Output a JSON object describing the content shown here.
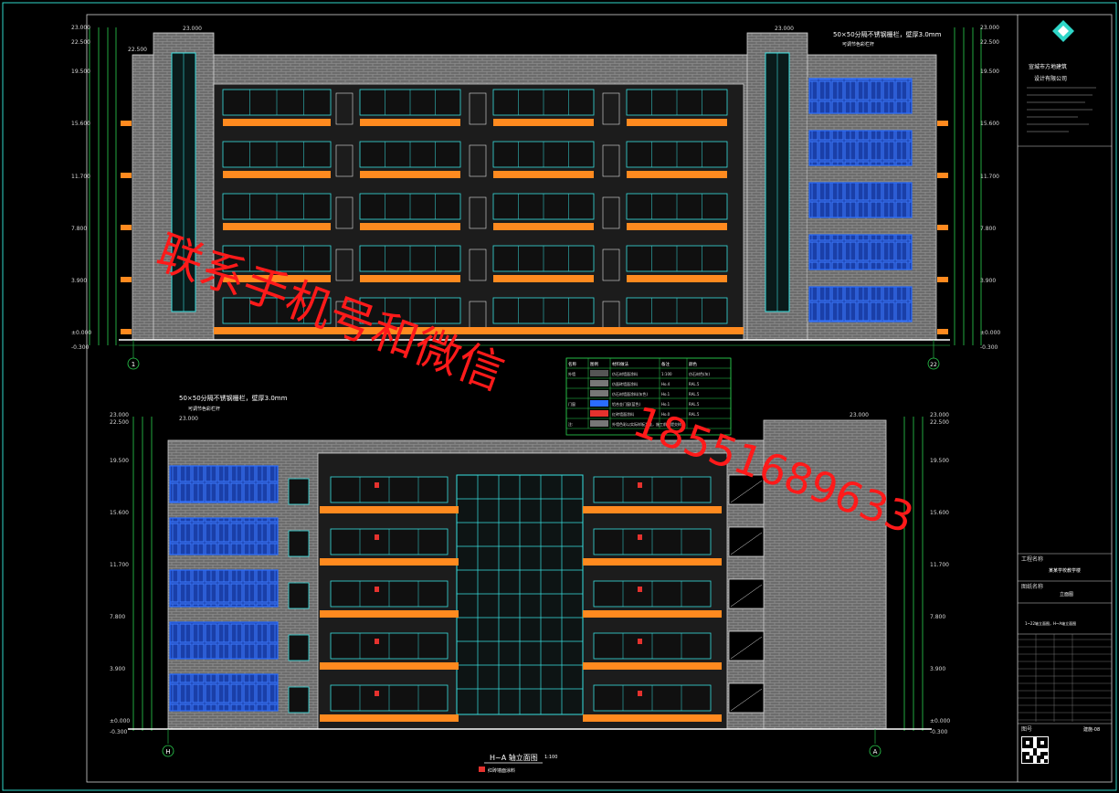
{
  "top_elevation": {
    "level_labels": [
      "23.000",
      "22.500",
      "19.500",
      "15.600",
      "11.700",
      "7.800",
      "3.900",
      "±0.000",
      "-0.300"
    ],
    "top_marks": [
      "22.500",
      "23.000",
      "23.000"
    ],
    "axis_left": "1",
    "axis_right": "22",
    "material_note_line1": "50×50分隔不锈钢栅栏，壁厚3.0mm",
    "material_note_line2": "可调节色彩栏杆"
  },
  "bottom_elevation": {
    "level_labels": [
      "23.000",
      "22.500",
      "19.500",
      "15.600",
      "11.700",
      "7.800",
      "3.900",
      "±0.000",
      "-0.300"
    ],
    "top_marks": [
      "23.000",
      "23.000"
    ],
    "axis_left": "H",
    "axis_right": "A",
    "material_note_line1": "50×50分隔不锈钢栅栏，壁厚3.0mm",
    "material_note_line2": "可调节色彩栏杆",
    "drawing_title": "H~A 轴立面图",
    "scale": "1:100",
    "legend_label": "红砖墙面涂料"
  },
  "material_table": {
    "header": [
      "名称",
      "图例",
      "材料做法",
      "备注",
      "颜色"
    ],
    "rows": [
      [
        "外墙",
        "",
        "仿石材墙面涂料",
        "1:100",
        "仿石材色(灰)"
      ],
      [
        "",
        "",
        "仿面砖墙面涂料",
        "Ho.4",
        "RAL.5"
      ],
      [
        "",
        "",
        "仿石材墙面涂料(灰色)",
        "Ho.1",
        "RAL.5"
      ],
      [
        "门窗",
        "",
        "铝合金门窗(蓝色)",
        "Ho.1",
        "RAL.5"
      ],
      [
        "",
        "",
        "红砖墙面涂料",
        "Ho.0",
        "RAL.5"
      ],
      [
        "注:",
        "",
        "外墙色彩以实际样板为准，施工前须提交样板",
        "",
        ""
      ]
    ]
  },
  "title_block": {
    "company_line1": "宣城市方地建筑",
    "company_line2": "设计有限公司",
    "project_label": "工程名称",
    "project_name": "某某学校教学楼",
    "drawing_label": "图纸名称",
    "drawing_name": "立面图",
    "drawing_note": "1~22轴立面图，H~A轴立面图",
    "sheet_label": "图号",
    "sheet_value": "建施-08"
  },
  "watermark": {
    "chinese": "联系手机号和微信",
    "phone": "18551689633"
  },
  "colors": {
    "frame": "#2fd6c8",
    "brick": "#6a6a6a",
    "balcony": "#ff8a1f",
    "window_blue": "#2a6cff",
    "window_cyan": "#38e0e0",
    "dim_green": "#2bd14f",
    "watermark": "#ff1a1a"
  }
}
